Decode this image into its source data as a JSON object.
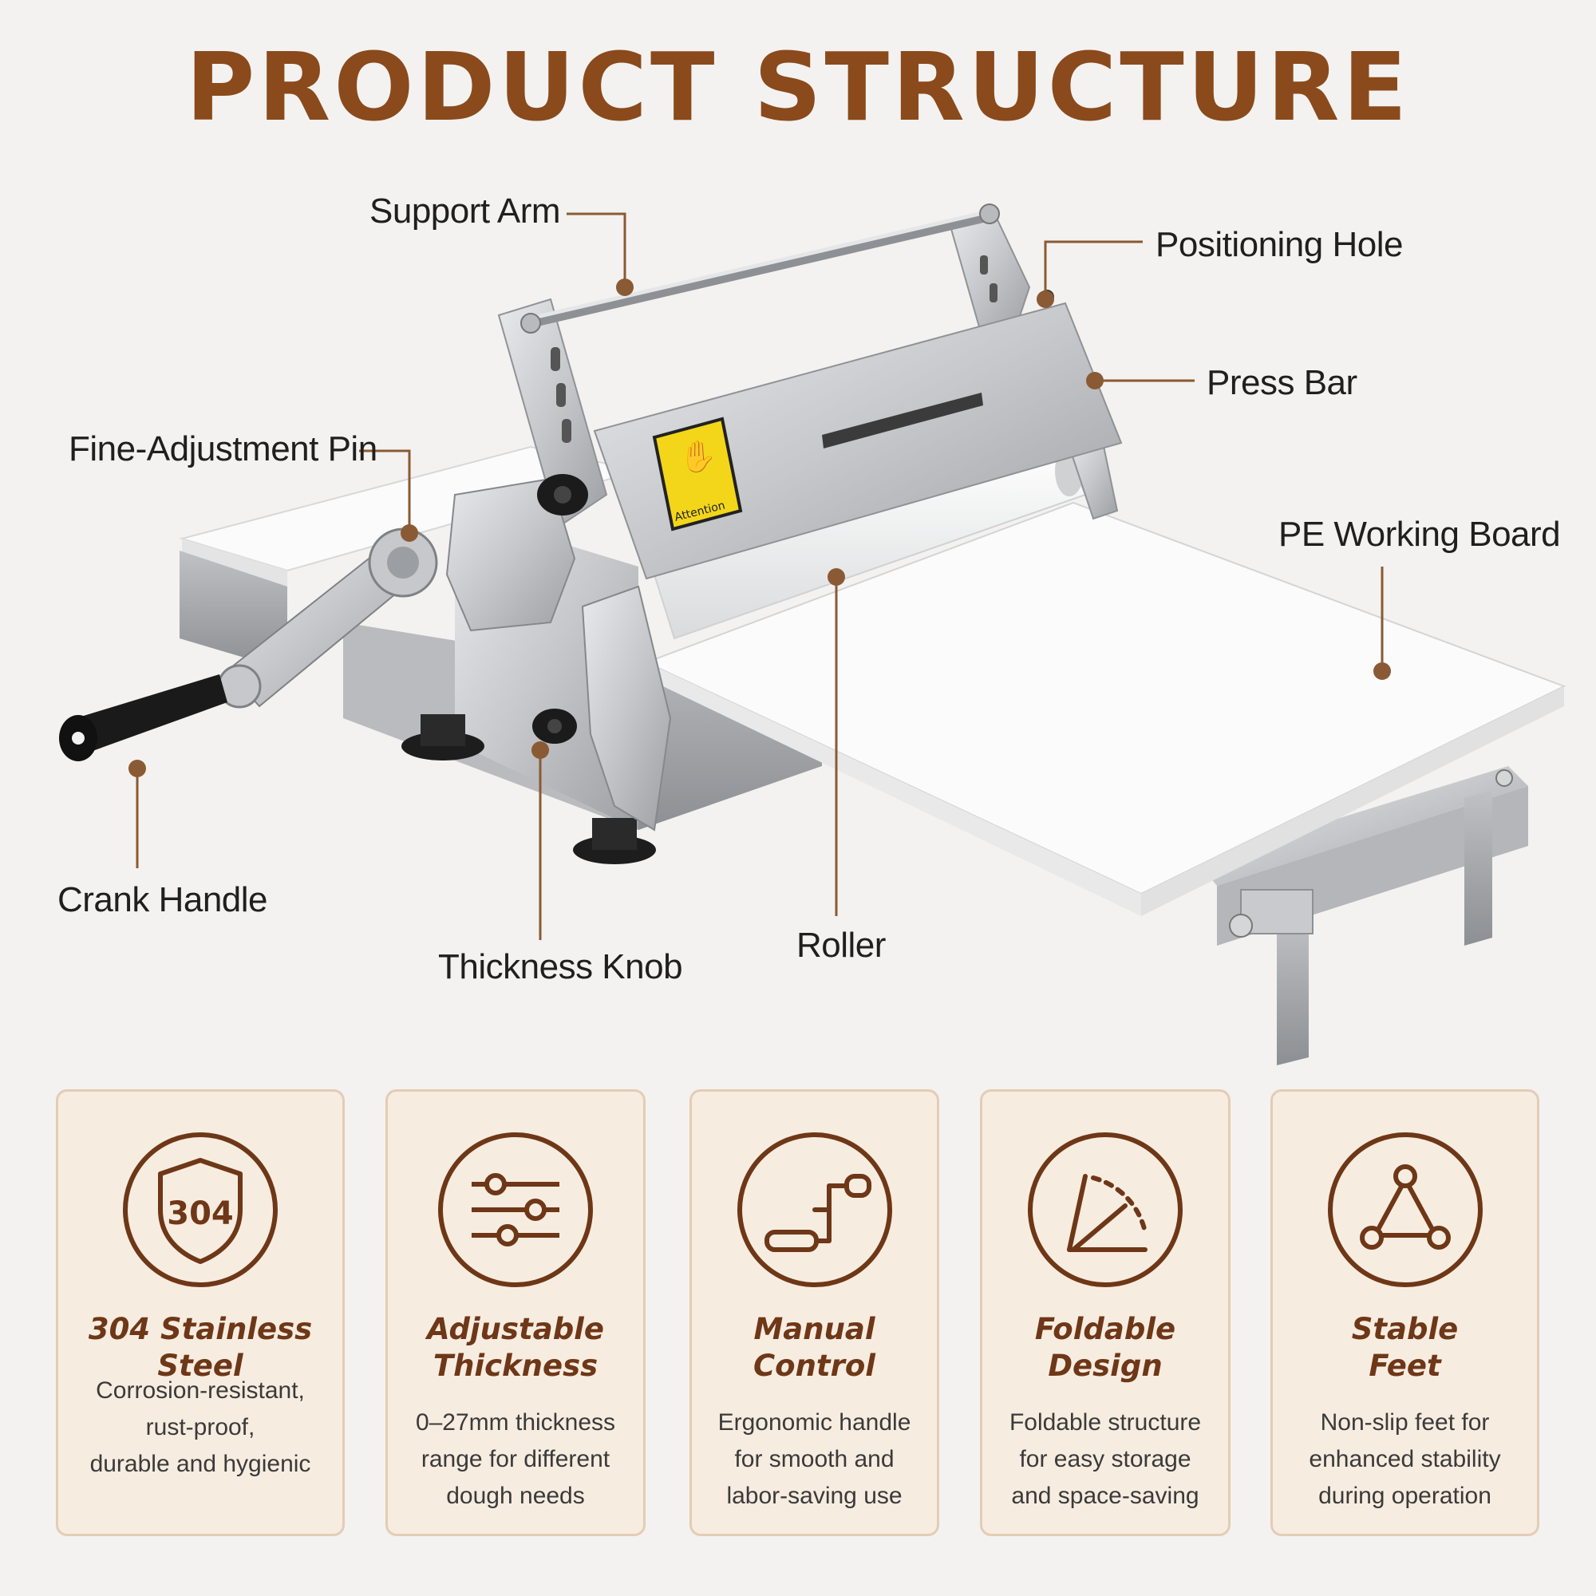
{
  "header": {
    "title": "PRODUCT STRUCTURE"
  },
  "callouts": {
    "support_arm": "Support Arm",
    "positioning_hole": "Positioning Hole",
    "press_bar": "Press Bar",
    "fine_adjustment_pin": "Fine-Adjustment Pin",
    "pe_working_board": "PE Working Board",
    "crank_handle": "Crank Handle",
    "thickness_knob": "Thickness Knob",
    "roller": "Roller"
  },
  "warning_label": {
    "text": "Attention"
  },
  "features": [
    {
      "icon": "shield-304-icon",
      "badge": "304",
      "title_lines": [
        "304 Stainless Steel"
      ],
      "desc_lines": [
        "Corrosion-resistant,",
        "rust-proof,",
        "durable and hygienic"
      ]
    },
    {
      "icon": "sliders-icon",
      "title_lines": [
        "Adjustable",
        "Thickness"
      ],
      "desc_lines": [
        "0–27mm thickness",
        "range for different",
        "dough needs"
      ]
    },
    {
      "icon": "crank-handle-icon",
      "title_lines": [
        "Manual",
        "Control"
      ],
      "desc_lines": [
        "Ergonomic handle",
        "for smooth and",
        "labor-saving use"
      ]
    },
    {
      "icon": "fold-angle-icon",
      "title_lines": [
        "Foldable",
        "Design"
      ],
      "desc_lines": [
        "Foldable structure",
        "for easy storage",
        "and space-saving"
      ]
    },
    {
      "icon": "triangle-nodes-icon",
      "title_lines": [
        "Stable",
        "Feet"
      ],
      "desc_lines": [
        "Non-slip feet for",
        "enhanced stability",
        "during operation"
      ]
    }
  ],
  "colors": {
    "brand_brown": "#8a4a1c",
    "leader_line": "#8a5a34",
    "card_bg": "#f7ece0",
    "card_border": "#e3cdb5",
    "icon_brown": "#6e3717"
  }
}
